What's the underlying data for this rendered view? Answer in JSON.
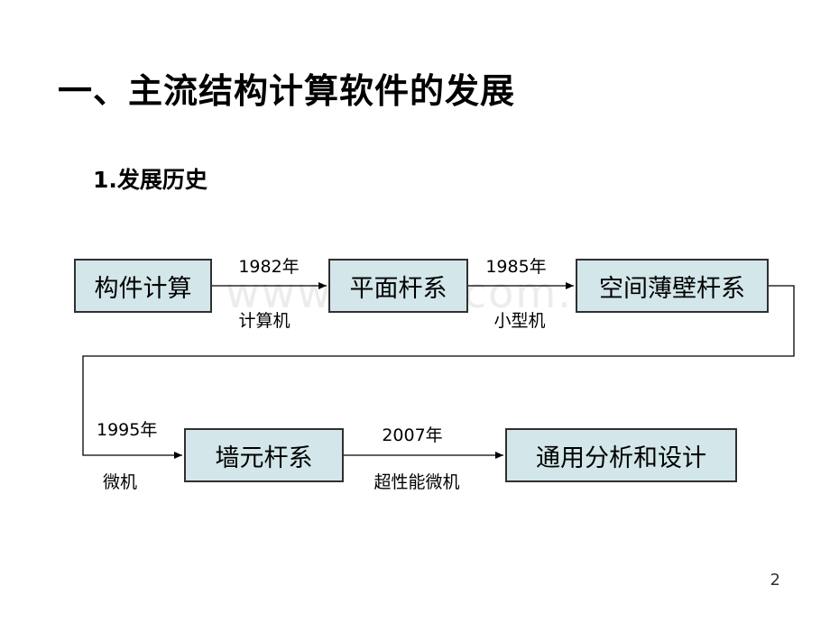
{
  "slide": {
    "title": "一、主流结构计算软件的发展",
    "section_title": "1.发展历史",
    "watermark": "www.zixin.com.cn",
    "page_number": "2"
  },
  "flow": {
    "nodes": [
      "构件计算",
      "平面杆系",
      "空间薄壁杆系",
      "墙元杆系",
      "通用分析和设计"
    ],
    "transitions": [
      {
        "year": "1982年",
        "platform": "计算机"
      },
      {
        "year": "1985年",
        "platform": "小型机"
      },
      {
        "year": "1995年",
        "platform": "微机"
      },
      {
        "year": "2007年",
        "platform": "超性能微机"
      }
    ]
  },
  "colors": {
    "box_fill": "#d3e6e9",
    "box_border": "#303030",
    "connector": "#000000"
  }
}
